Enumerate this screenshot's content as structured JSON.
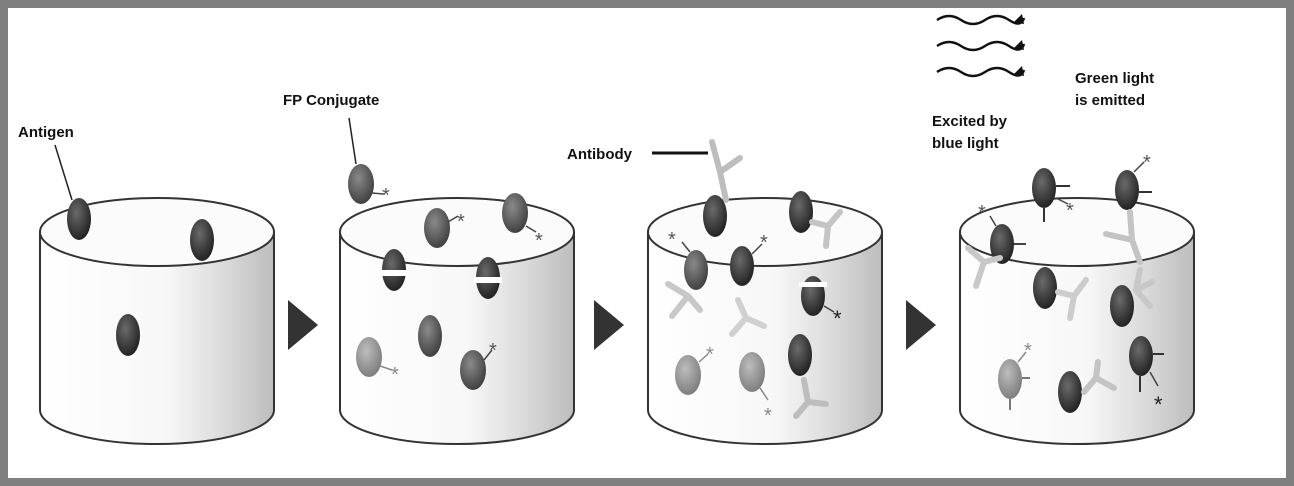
{
  "labels": {
    "antigen": "Antigen",
    "fp_conjugate": "FP Conjugate",
    "antibody": "Antibody",
    "excited_line1": "Excited by",
    "excited_line2": "blue light",
    "green_line1": "Green light",
    "green_line2": "is emitted"
  },
  "colors": {
    "frame": "#7f7f7f",
    "antigen": "#3a3a3a",
    "conjugate": "#6a6a6a",
    "arrow": "#333333"
  },
  "icons": [
    "star-icon",
    "wave-arrow-icon",
    "triangle-arrow-icon",
    "antibody-icon"
  ]
}
